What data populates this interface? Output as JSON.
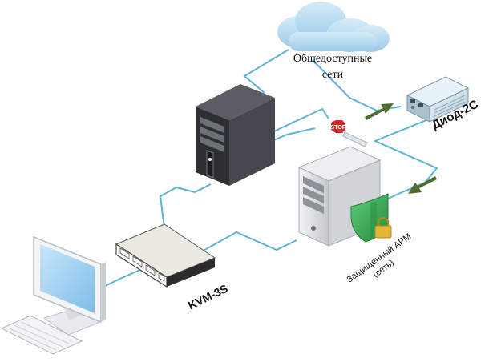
{
  "cloud": {
    "label_line1": "Общедоступные",
    "label_line2": "сети"
  },
  "diod": {
    "label": "Диод-2С"
  },
  "kvm": {
    "label": "KVM-3S"
  },
  "arm": {
    "label_line1": "Защищенный АРМ",
    "label_line2": "(сеть)"
  },
  "stop_sign": {
    "text": "STOP"
  },
  "colors": {
    "connection": "#5bb3d6",
    "cloud": "#a8d4ee",
    "arrow": "#4f6b2c",
    "shield": "#38a558",
    "lock": "#e2b636",
    "stop": "#d3242c",
    "tower_dark": "#3b3d42",
    "tower_light": "#d3d6da",
    "monitor_screen": "#9fd0f4"
  }
}
